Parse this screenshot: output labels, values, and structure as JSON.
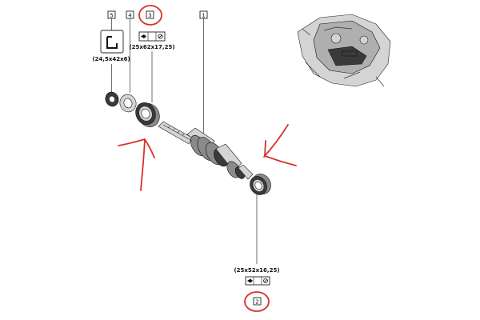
{
  "callouts": {
    "part_1": "1",
    "part_2": "2",
    "part_3": "3",
    "part_4": "4",
    "part_5": "5"
  },
  "dimensions": {
    "seal_5": "(24,5x42x6)",
    "bearing_3": "(25x62x17,25)",
    "bearing_2": "(25x52x16,25)"
  },
  "colors": {
    "annotation_red": "#d8312b",
    "line": "#222222"
  }
}
